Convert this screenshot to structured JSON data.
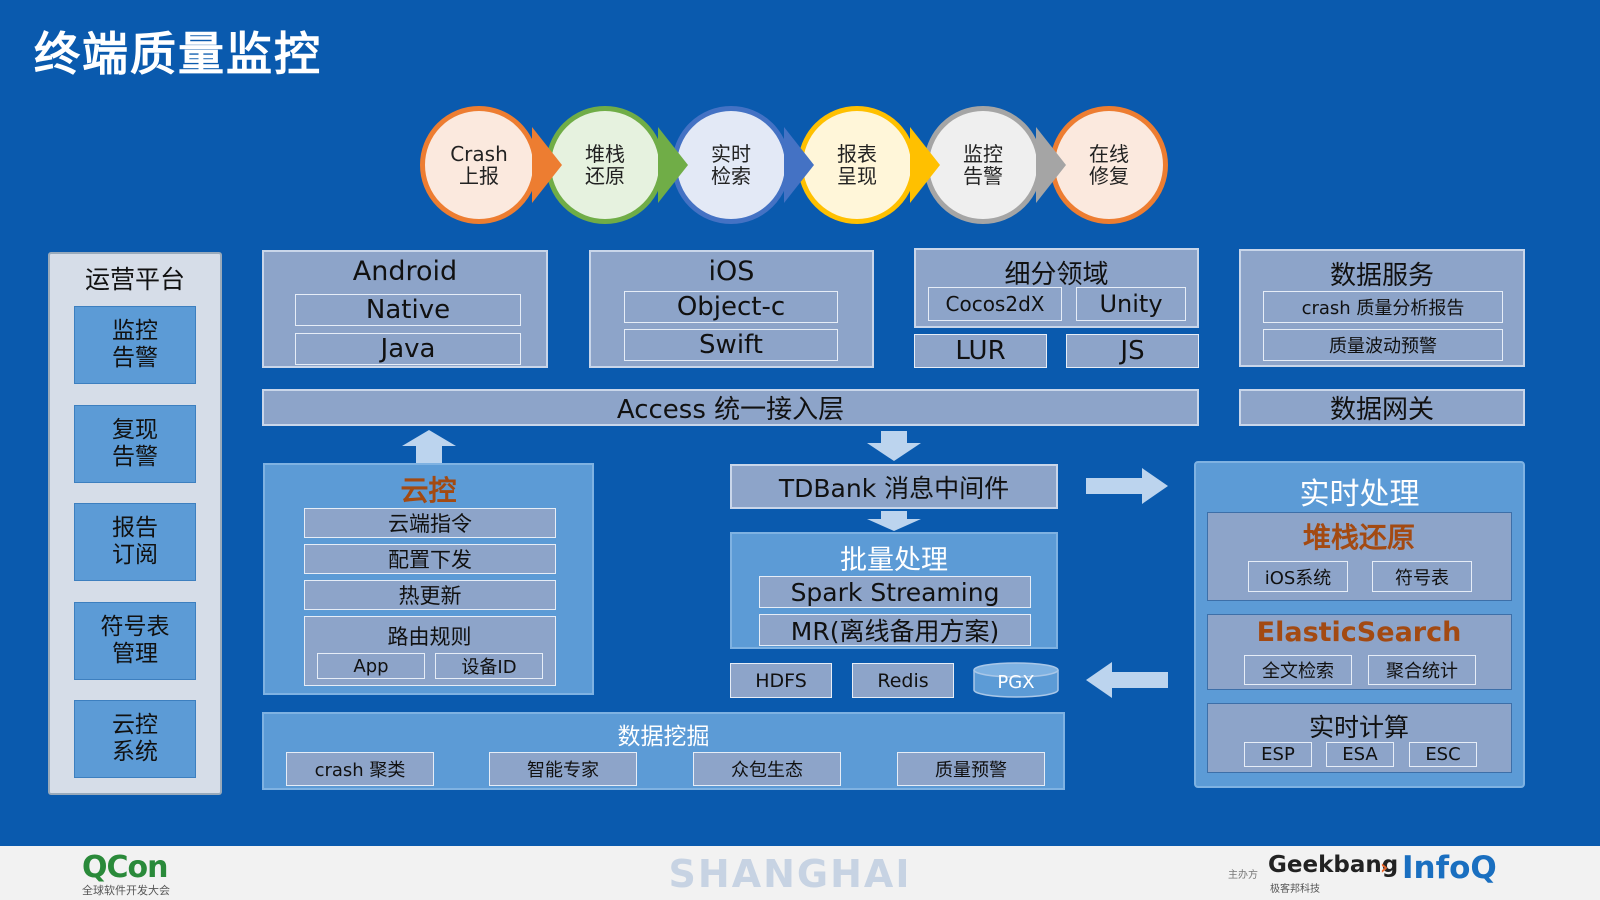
{
  "title": "终端质量监控",
  "pipeline": [
    {
      "label": "Crash\n上报",
      "ring": "#ed7d31",
      "fill": "#fbe9de"
    },
    {
      "label": "堆栈\n还原",
      "ring": "#70ad47",
      "fill": "#e6f2df"
    },
    {
      "label": "实时\n检索",
      "ring": "#4472c4",
      "fill": "#e3e9f6"
    },
    {
      "label": "报表\n呈现",
      "ring": "#ffc000",
      "fill": "#fff6d9"
    },
    {
      "label": "监控\n告警",
      "ring": "#a5a5a5",
      "fill": "#efefef"
    },
    {
      "label": "在线\n修复",
      "ring": "#ed7d31",
      "fill": "#fbe9de"
    }
  ],
  "ops": {
    "title": "运营平台",
    "items": [
      "监控\n告警",
      "复现\n告警",
      "报告\n订阅",
      "符号表\n管理",
      "云控\n系统"
    ]
  },
  "android": {
    "title": "Android",
    "items": [
      "Native",
      "Java"
    ]
  },
  "ios": {
    "title": "iOS",
    "items": [
      "Object-c",
      "Swift"
    ]
  },
  "segment": {
    "title": "细分领域",
    "items": [
      "Cocos2dX",
      "Unity"
    ],
    "extra": [
      "LUR",
      "JS"
    ]
  },
  "data_service": {
    "title": "数据服务",
    "items": [
      "crash 质量分析报告",
      "质量波动预警"
    ]
  },
  "access": "Access 统一接入层",
  "gateway": "数据网关",
  "cloud": {
    "title": "云控",
    "items": [
      "云端指令",
      "配置下发",
      "热更新"
    ],
    "routing": "路由规则",
    "routing_items": [
      "App",
      "设备ID"
    ]
  },
  "tdbank": "TDBank  消息中间件",
  "batch": {
    "title": "批量处理",
    "items": [
      "Spark Streaming",
      "MR(离线备用方案)"
    ]
  },
  "storage": [
    "HDFS",
    "Redis",
    "PGX"
  ],
  "mining": {
    "title": "数据挖掘",
    "items": [
      "crash 聚类",
      "智能专家",
      "众包生态",
      "质量预警"
    ]
  },
  "realtime": {
    "title": "实时处理",
    "stack": {
      "title": "堆栈还原",
      "items": [
        "iOS系统",
        "符号表"
      ]
    },
    "es": {
      "title": "ElasticSearch",
      "items": [
        "全文检索",
        "聚合统计"
      ]
    },
    "calc": {
      "title": "实时计算",
      "items": [
        "ESP",
        "ESA",
        "ESC"
      ]
    }
  },
  "footer": {
    "qcon": "QCon",
    "qcon_sub": "全球软件开发大会",
    "city": "SHANGHAI",
    "host_label": "主办方",
    "geekbang": "Geekbang",
    "geekbang_sub": "极客邦科技",
    "infoq": "InfoQ"
  }
}
